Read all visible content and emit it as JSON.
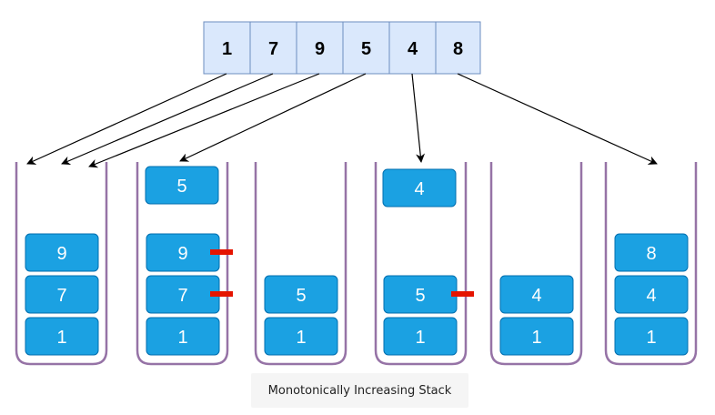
{
  "array": {
    "values": [
      "1",
      "7",
      "9",
      "5",
      "4",
      "8"
    ]
  },
  "stacks": [
    {
      "items": [
        "1",
        "7",
        "9"
      ],
      "incoming": ""
    },
    {
      "items": [
        "1",
        "7",
        "9"
      ],
      "incoming": "5",
      "popped_markers": [
        1,
        2
      ]
    },
    {
      "items": [
        "1",
        "5"
      ],
      "incoming": ""
    },
    {
      "items": [
        "1",
        "5"
      ],
      "incoming": "4",
      "popped_markers": [
        1
      ]
    },
    {
      "items": [
        "1",
        "4"
      ],
      "incoming": ""
    },
    {
      "items": [
        "1",
        "4",
        "8"
      ],
      "incoming": ""
    }
  ],
  "caption": "Monotonically Increasing Stack",
  "colors": {
    "cell_fill": "#dae8fc",
    "cell_stroke": "#6c8ebf",
    "box_fill": "#1ba1e2",
    "box_stroke": "#006eaf",
    "stack_outline": "#9673a6",
    "pop_marker": "#e51400",
    "arrow": "#000000"
  }
}
